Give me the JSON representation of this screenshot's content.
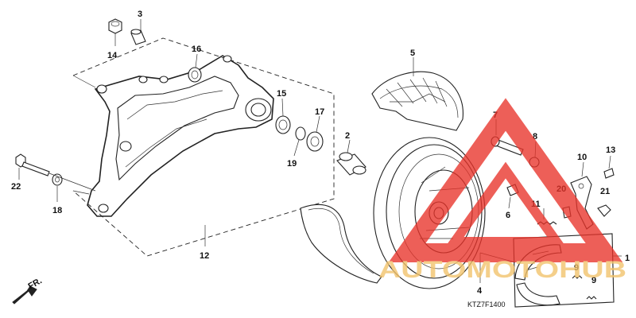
{
  "diagram": {
    "code": "KTZ7F1400",
    "front_marker": "FR.",
    "callouts": [
      "1",
      "2",
      "3",
      "4",
      "5",
      "6",
      "7",
      "8",
      "9",
      "9",
      "10",
      "11",
      "12",
      "13",
      "14",
      "15",
      "16",
      "17",
      "18",
      "19",
      "20",
      "21",
      "22"
    ]
  },
  "watermark": {
    "text": "AUTOMOTOHUB",
    "color": "#e8332a",
    "text_color": "#f2c26a"
  }
}
